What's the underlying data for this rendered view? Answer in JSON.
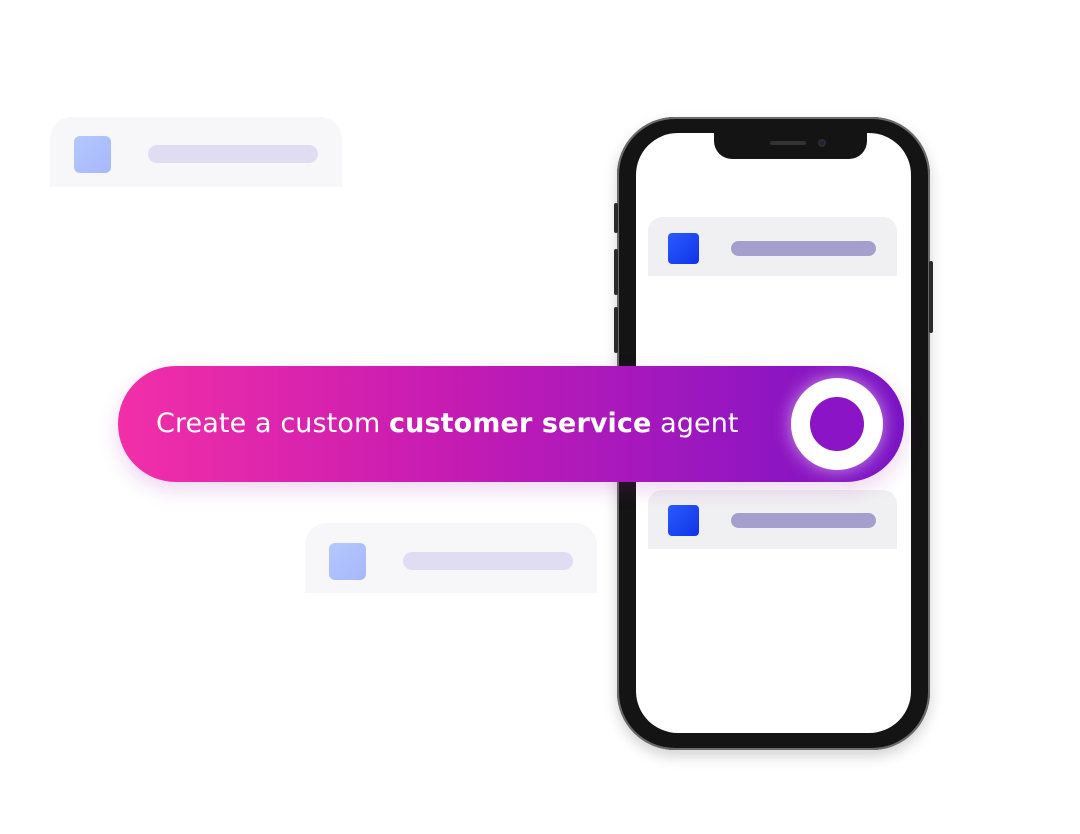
{
  "prompt": {
    "text_before": "Create a custom ",
    "text_bold": "customer service",
    "text_after": " agent",
    "gradient_start": "#f22fa8",
    "gradient_end": "#7a12c6"
  },
  "icons": {
    "record": "record-circle-icon"
  },
  "colors": {
    "ghost_square": "#b4c8ff",
    "ghost_bar": "#e0ddf2",
    "phone_square": "#1d44f0",
    "phone_bar": "#a59fce",
    "phone_frame": "#141414"
  }
}
